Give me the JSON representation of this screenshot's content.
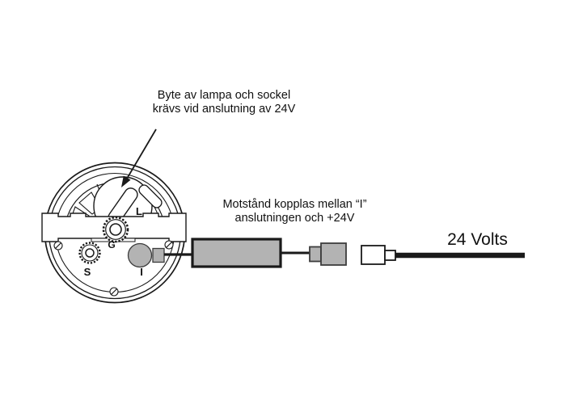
{
  "annotations": {
    "lamp_note": {
      "line1": "Byte av lampa och sockel",
      "line2": "krävs vid anslutning av 24V"
    },
    "resistor_note": {
      "line1": "Motstånd kopplas mellan “I”",
      "line2": "anslutningen och +24V"
    },
    "voltage_label": "24 Volts"
  },
  "gauge": {
    "terminal_labels": {
      "lamp": "L",
      "ground": "G",
      "sender": "S",
      "ignition": "I"
    }
  },
  "colors": {
    "background": "#ffffff",
    "line": "#1a1a1a",
    "component_fill": "#b3b3b3",
    "connector_outline": "#3d3d3d",
    "text": "#111111"
  }
}
